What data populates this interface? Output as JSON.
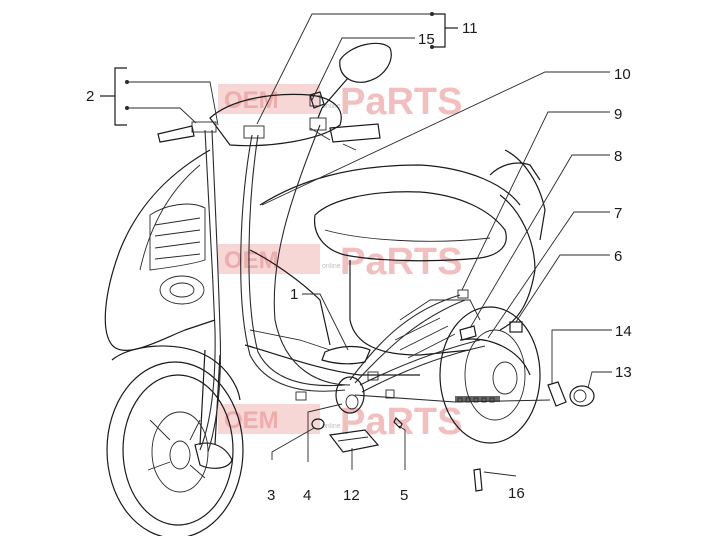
{
  "watermark": {
    "text_left": "OEM",
    "text_right": "PaRTS",
    "text_small": "online",
    "color": "#e88a8a"
  },
  "callouts": [
    {
      "id": "1",
      "label": "1"
    },
    {
      "id": "2",
      "label": "2"
    },
    {
      "id": "3",
      "label": "3"
    },
    {
      "id": "4",
      "label": "4"
    },
    {
      "id": "5",
      "label": "5"
    },
    {
      "id": "6",
      "label": "6"
    },
    {
      "id": "7",
      "label": "7"
    },
    {
      "id": "8",
      "label": "8"
    },
    {
      "id": "9",
      "label": "9"
    },
    {
      "id": "10",
      "label": "10"
    },
    {
      "id": "11",
      "label": "11"
    },
    {
      "id": "12",
      "label": "12"
    },
    {
      "id": "13",
      "label": "13"
    },
    {
      "id": "14",
      "label": "14"
    },
    {
      "id": "15",
      "label": "15"
    },
    {
      "id": "16",
      "label": "16"
    }
  ]
}
